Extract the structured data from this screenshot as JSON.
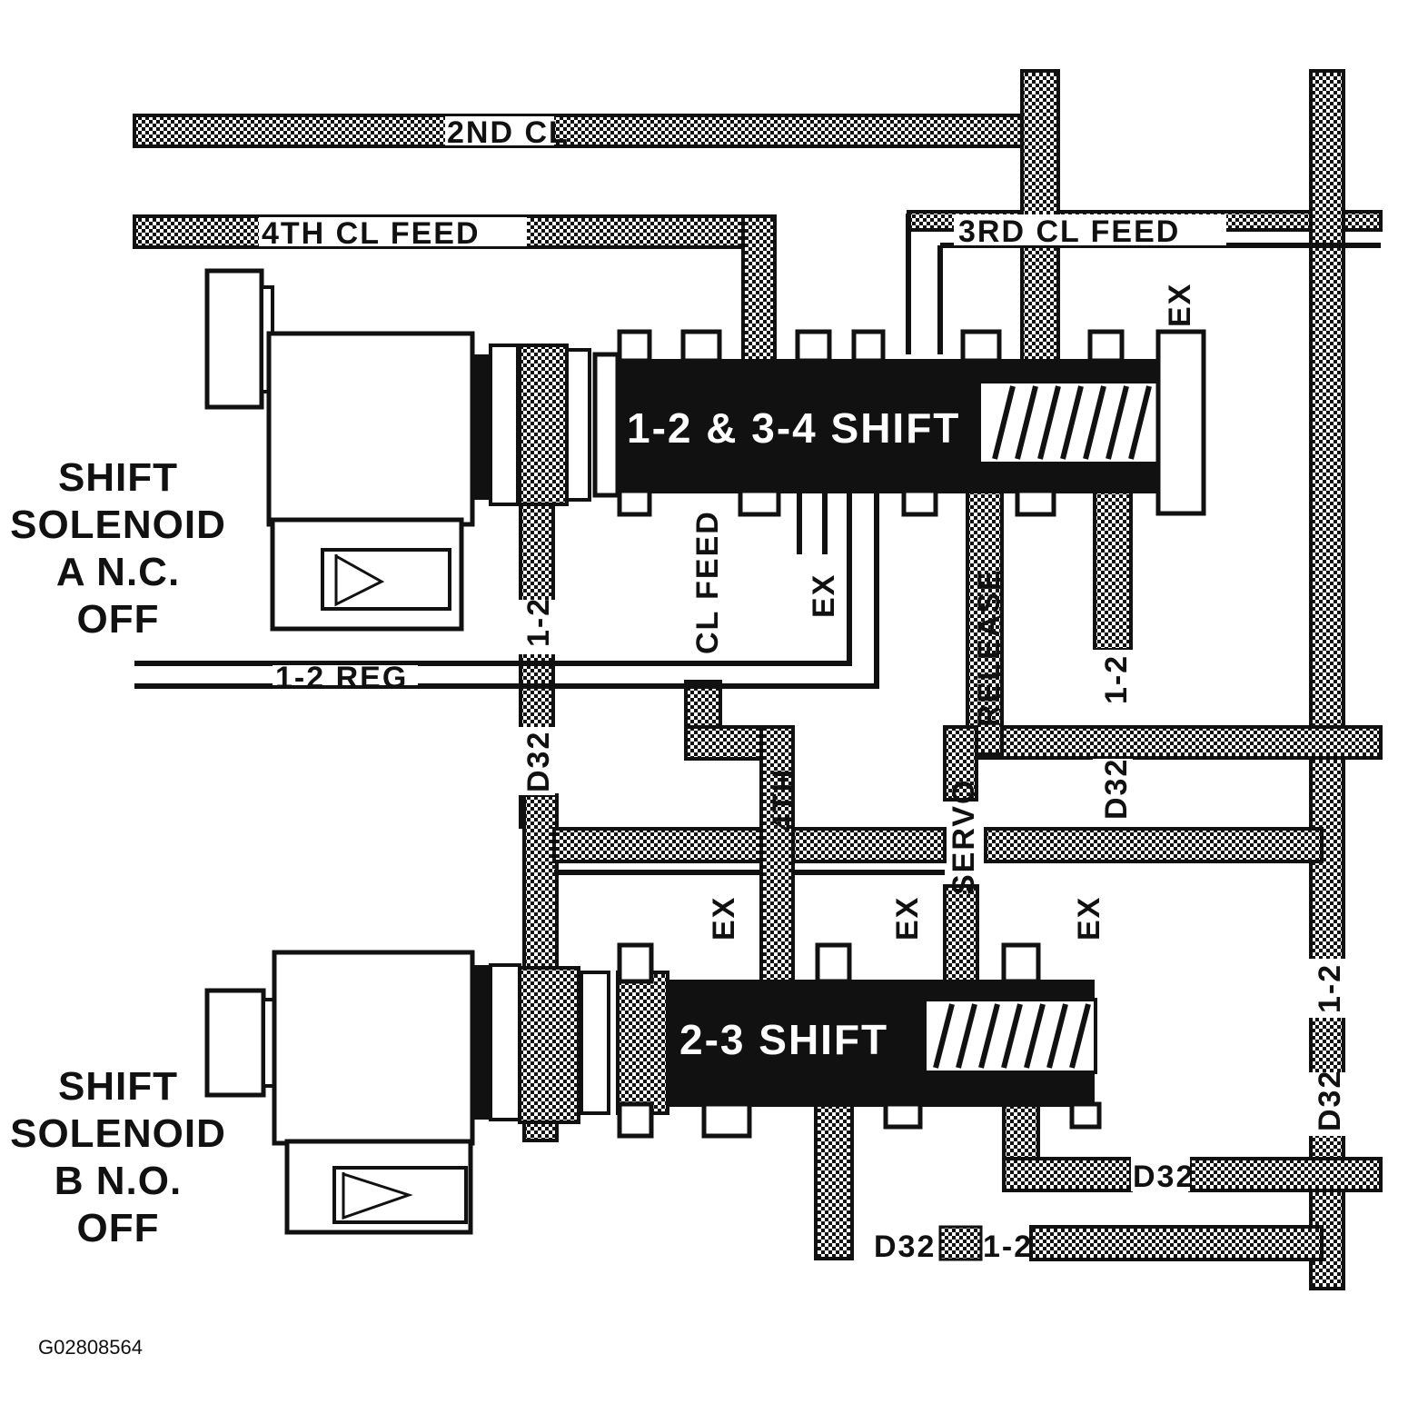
{
  "solenoid_a": {
    "line1": "SHIFT",
    "line2": "SOLENOID",
    "line3": "A   N.C.",
    "line4": "OFF"
  },
  "solenoid_b": {
    "line1": "SHIFT",
    "line2": "SOLENOID",
    "line3": "B   N.O.",
    "line4": "OFF"
  },
  "valve_top": {
    "label": "1-2 & 3-4 SHIFT"
  },
  "valve_bottom": {
    "label": "2-3 SHIFT"
  },
  "passages": {
    "second_cl": "2ND CL",
    "fourth_cl_feed": "4TH CL FEED",
    "third_cl_feed": "3RD CL FEED",
    "one_two_reg": "1-2 REG",
    "cl_feed": "CL FEED",
    "release": "RELEASE",
    "servo": "SERVO",
    "fourth": "4TH",
    "d32_12_left": "D32",
    "one_two_left": "1-2",
    "d32_mid_right": "D32",
    "one_two_mid_right": "1-2",
    "d32_far_right": "D32",
    "one_two_far_right": "1-2",
    "d32_bottom_a": "D32",
    "d32_bottom_b": "D32",
    "one_two_bottom": "1-2"
  },
  "exhausts": {
    "ex1": "EX",
    "ex2": "EX",
    "ex3": "EX",
    "ex4": "EX",
    "ex5": "EX"
  },
  "figure_id": "G02808564",
  "colors": {
    "ink": "#111111",
    "paper": "#ffffff"
  }
}
